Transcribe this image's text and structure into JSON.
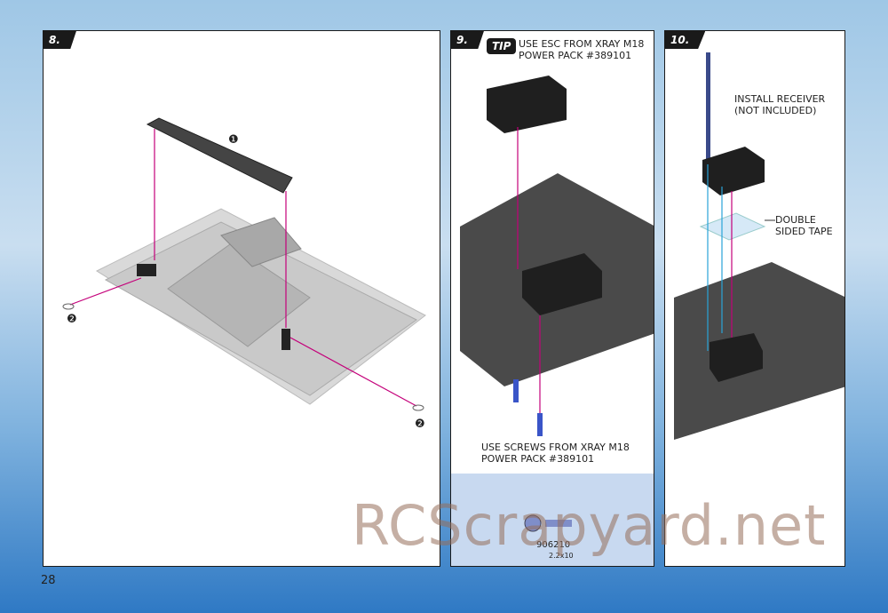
{
  "page_number": "28",
  "watermark": "RCScrapyard.net",
  "steps": {
    "step8": {
      "label": "8.",
      "callout_1": "❶",
      "callout_2a": "❷",
      "callout_2b": "❷"
    },
    "step9": {
      "label": "9.",
      "tip_badge": "TIP",
      "tip_text": "USE ESC FROM XRAY M18\nPOWER PACK #389101",
      "screw_note": "USE SCREWS FROM XRAY M18\nPOWER PACK #389101",
      "part_number": "906210",
      "part_size": "2.2x10"
    },
    "step10": {
      "label": "10.",
      "receiver_note": "INSTALL RECEIVER\n(NOT INCLUDED)",
      "tape_note": "DOUBLE\nSIDED TAPE"
    }
  },
  "colors": {
    "accent_line": "#c4007a",
    "receiver_wire": "#2aa4d8",
    "screw_blue": "#3a55c8"
  }
}
